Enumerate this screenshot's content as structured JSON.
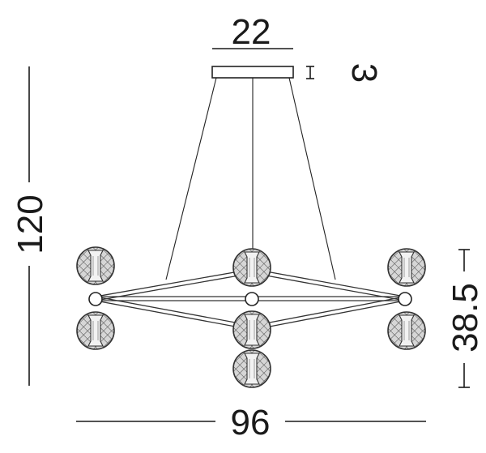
{
  "dimensions": {
    "canopy_width": "22",
    "canopy_height": "3",
    "total_height": "120",
    "fixture_height": "38.5",
    "total_width": "96"
  }
}
